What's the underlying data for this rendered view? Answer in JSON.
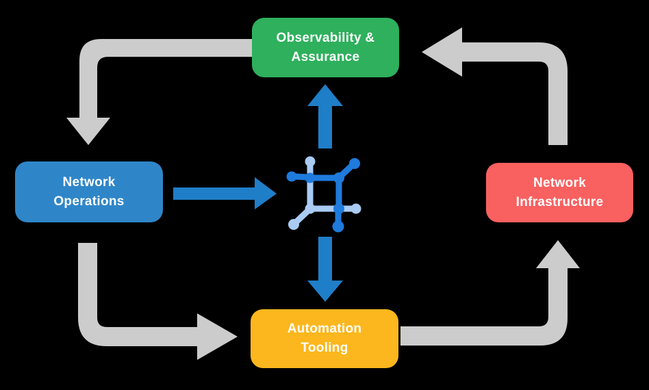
{
  "colors": {
    "background": "#000000",
    "text": "#FFFFFF",
    "arrow_gray": "#CCCCCC",
    "arrow_blue": "#1F7EC8",
    "icon_blue_dark": "#1E7BDD",
    "icon_blue_light": "#A9CBF4"
  },
  "nodes": {
    "observability": {
      "label": "Observability &\nAssurance",
      "color": "#2EB05C"
    },
    "operations": {
      "label": "Network\nOperations",
      "color": "#2E86C8"
    },
    "infrastructure": {
      "label": "Network\nInfrastructure",
      "color": "#F96060"
    },
    "automation": {
      "label": "Automation\nTooling",
      "color": "#FBB71D"
    }
  },
  "center_icon": {
    "name": "network-core-icon"
  },
  "edges": [
    {
      "from": "Observability & Assurance",
      "to": "Network Operations",
      "style": "gray-elbow",
      "direction": "left-then-down"
    },
    {
      "from": "Network Operations",
      "to": "Automation Tooling",
      "style": "gray-elbow",
      "direction": "down-then-right"
    },
    {
      "from": "Automation Tooling",
      "to": "Network Infrastructure",
      "style": "gray-elbow",
      "direction": "right-then-up"
    },
    {
      "from": "Network Infrastructure",
      "to": "Observability & Assurance",
      "style": "gray-elbow",
      "direction": "up-then-left"
    },
    {
      "from": "Network Operations",
      "to": "network-core-icon",
      "style": "blue-straight",
      "direction": "right"
    },
    {
      "from": "network-core-icon",
      "to": "Observability & Assurance",
      "style": "blue-straight",
      "direction": "up"
    },
    {
      "from": "network-core-icon",
      "to": "Automation Tooling",
      "style": "blue-straight",
      "direction": "down"
    }
  ]
}
